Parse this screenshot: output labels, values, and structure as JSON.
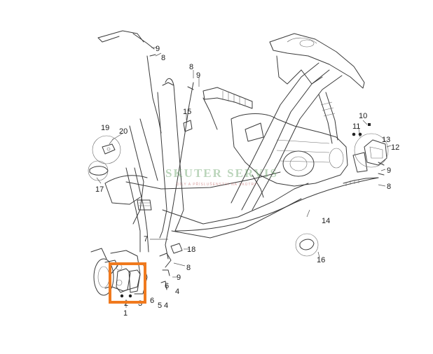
{
  "diagram": {
    "callouts": [
      "1",
      "2",
      "3",
      "4",
      "5",
      "6",
      "7",
      "8",
      "9",
      "10",
      "11",
      "12",
      "13",
      "14",
      "15",
      "16",
      "17",
      "18",
      "19",
      "20"
    ],
    "watermark": {
      "title": "SKUTER SERVIS",
      "subtitle": "DÍLY A PŘÍSLUŠENSTVÍ NA SKÚTRY"
    },
    "highlight_color": "#f07a1e"
  }
}
